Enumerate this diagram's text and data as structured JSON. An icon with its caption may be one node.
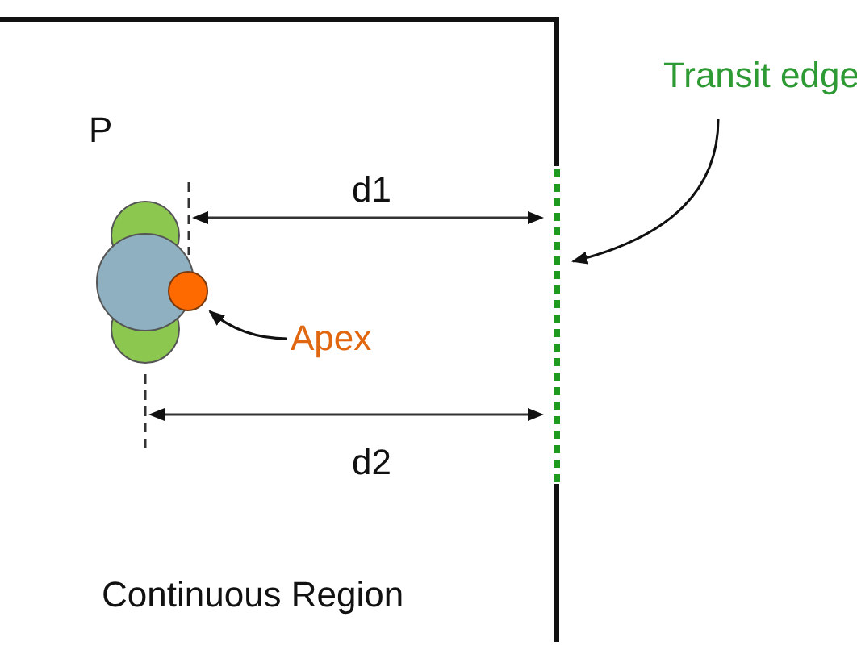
{
  "diagram": {
    "nodes": [
      {
        "text": [
          "Transit edge"
        ]
      },
      {
        "text": [],
        "shape": "bar"
      },
      {
        "text": [
          "Apex"
        ]
      },
      {
        "text": [],
        "shape": "circle"
      }
    ],
    "edges": [
      {
        "from": 0,
        "to": 1,
        "arrow": "to"
      },
      {
        "from": 2,
        "to": 3,
        "arrow": "to"
      }
    ],
    "labels": [
      "P",
      "d1",
      "d2",
      "Continuous Region"
    ]
  }
}
